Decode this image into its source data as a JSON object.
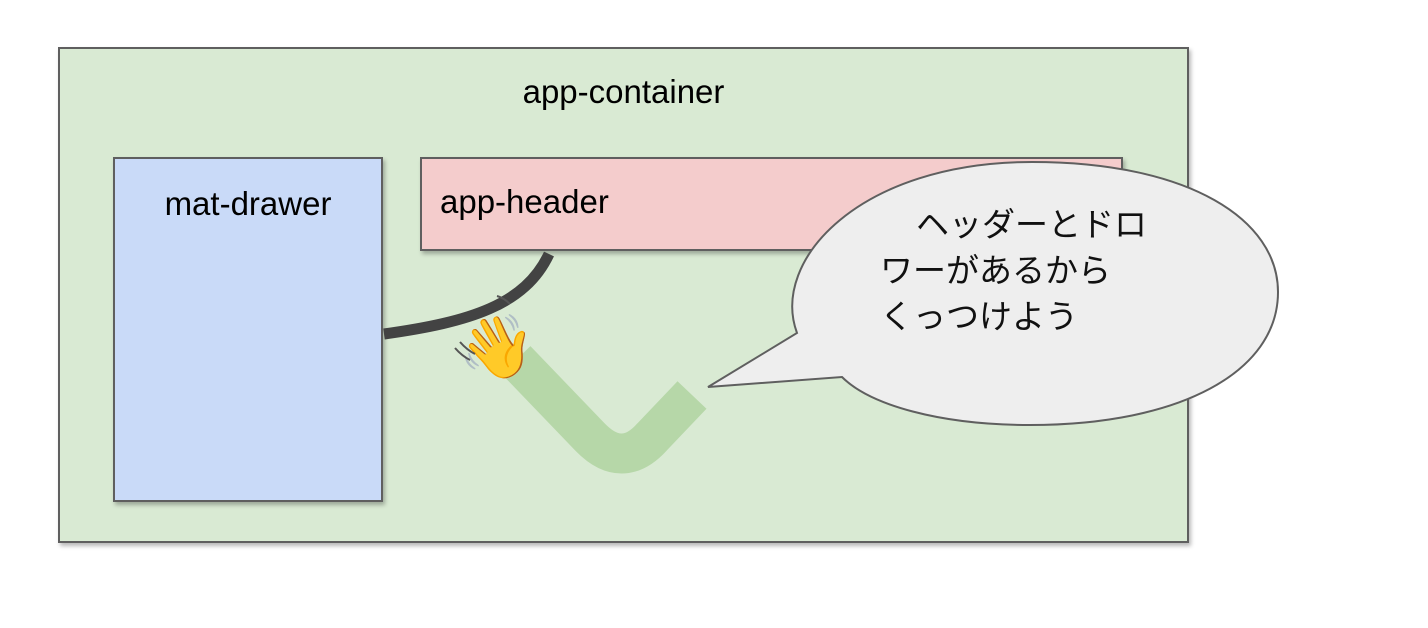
{
  "container": {
    "label": "app-container",
    "fill": "#d9ead3"
  },
  "drawer": {
    "label": "mat-drawer",
    "fill": "#c9daf8"
  },
  "header": {
    "label": "app-header",
    "fill": "#f4cccc"
  },
  "bubble": {
    "lines": [
      "ヘッダーとドロ",
      "ワーがあるから",
      "くっつけよう"
    ],
    "fill": "#eeeeee"
  },
  "connector": {
    "color": "#434343"
  },
  "arm": {
    "color": "#b6d7a8"
  },
  "hand": {
    "icon": "waving-hand-icon",
    "glyph": "👋"
  }
}
